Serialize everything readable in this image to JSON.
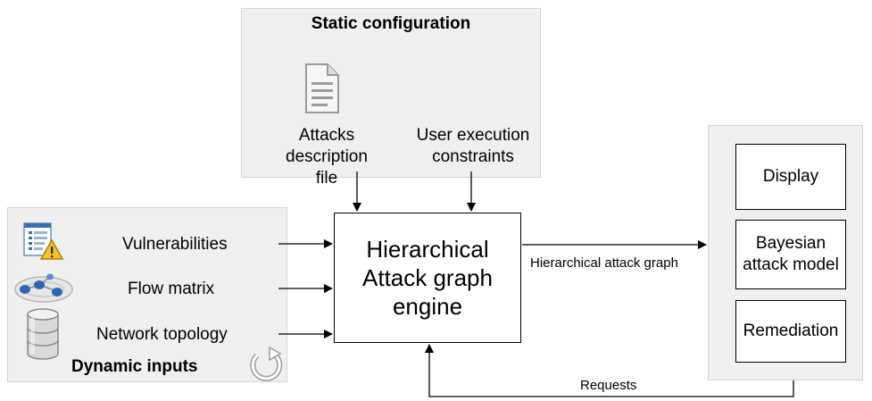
{
  "static_config": {
    "title": "Static configuration",
    "attacks_file_label": "Attacks\ndescription file",
    "user_constraints_label": "User execution\nconstraints"
  },
  "dynamic_inputs": {
    "title": "Dynamic inputs",
    "vulnerabilities_label": "Vulnerabilities",
    "flow_matrix_label": "Flow matrix",
    "network_topology_label": "Network topology"
  },
  "engine": {
    "label": "Hierarchical\nAttack graph\nengine"
  },
  "outputs": {
    "display_label": "Display",
    "bayesian_label": "Bayesian\nattack model",
    "remediation_label": "Remediation"
  },
  "edges": {
    "hierarchical_attack_graph_label": "Hierarchical attack graph",
    "requests_label": "Requests"
  },
  "icons": {
    "document": "document-icon",
    "vulnerability_report": "vulnerability-report-icon",
    "network_flow": "network-flow-icon",
    "database": "database-icon",
    "refresh": "refresh-icon"
  }
}
